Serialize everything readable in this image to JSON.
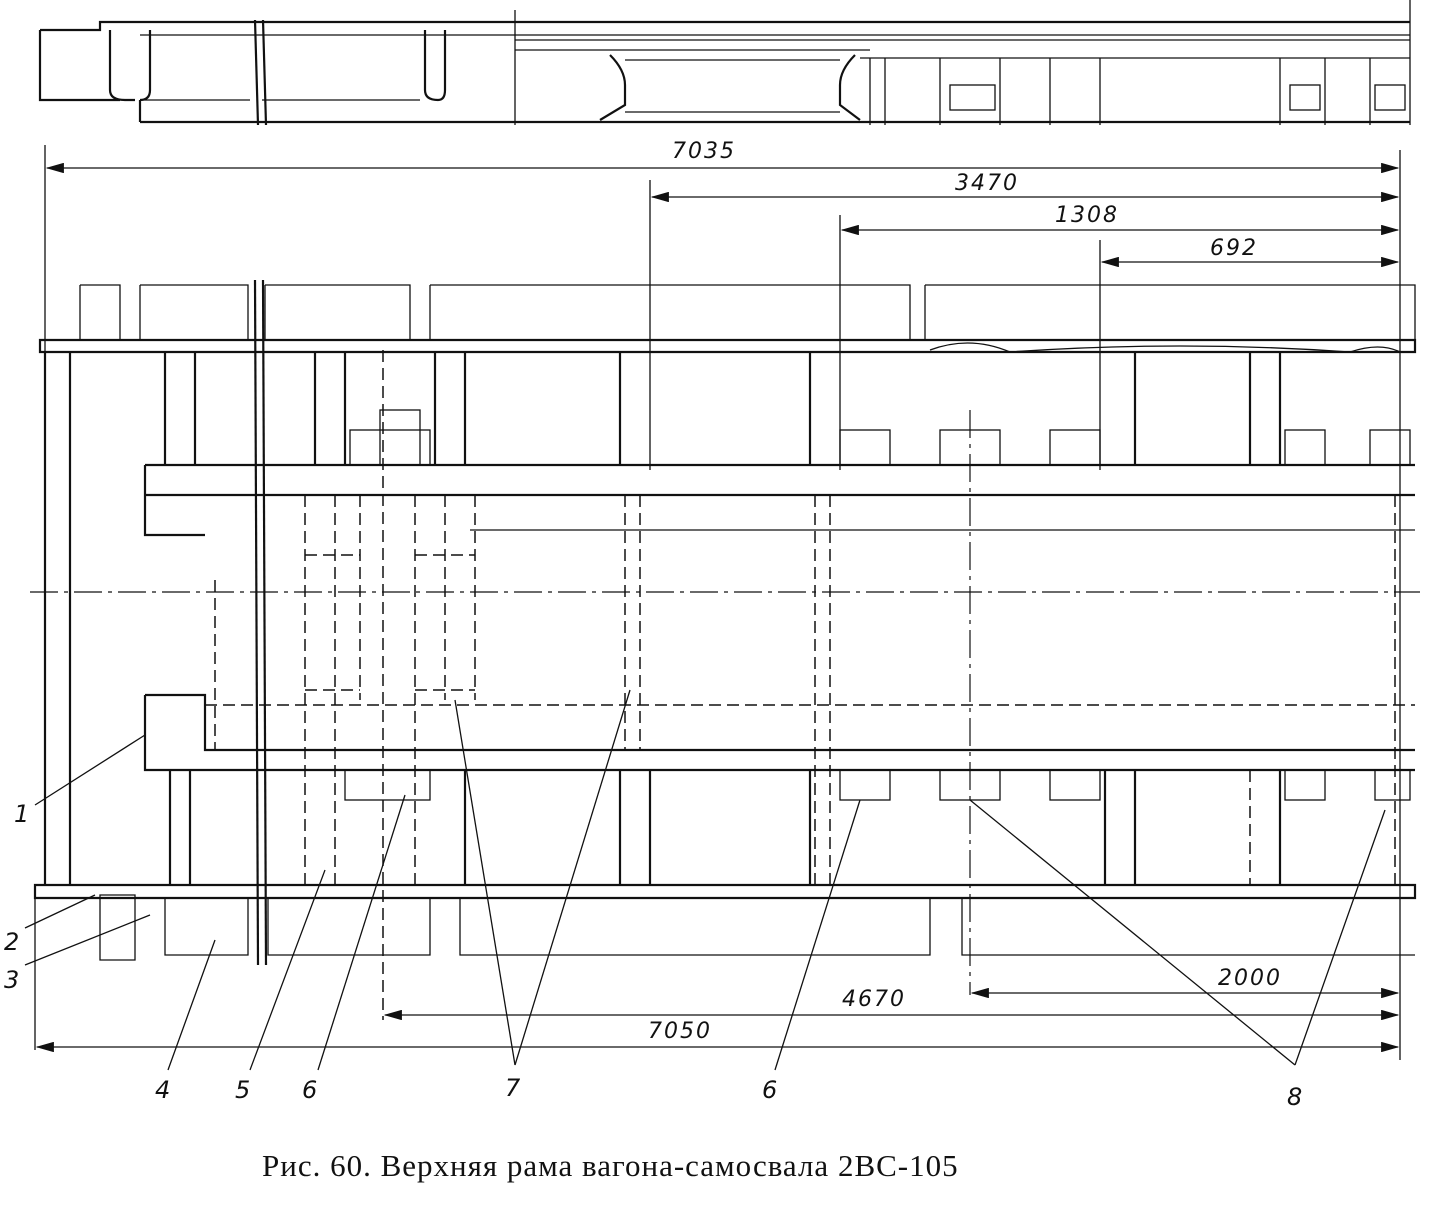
{
  "figure": {
    "caption": "Рис. 60. Верхняя рама вагона-самосвала 2ВС-105"
  },
  "dimensions": {
    "overall_top": "7035",
    "d3470": "3470",
    "d1308": "1308",
    "d692": "692",
    "d2000": "2000",
    "d4670": "4670",
    "overall_bottom": "7050"
  },
  "callouts": [
    "1",
    "2",
    "3",
    "4",
    "5",
    "6",
    "7",
    "6",
    "8"
  ]
}
